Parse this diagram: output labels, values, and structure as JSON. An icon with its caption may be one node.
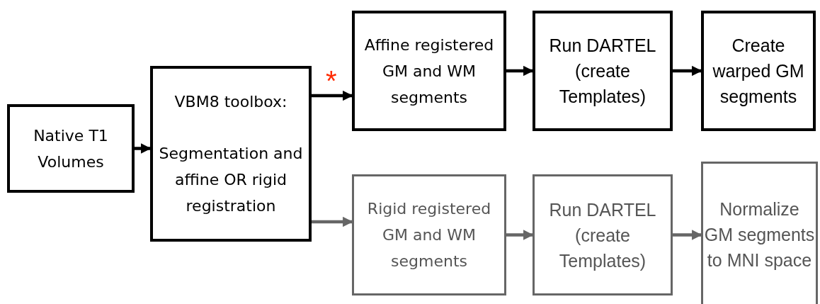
{
  "diagram": {
    "nodes": [
      {
        "text": [
          "Native T1 Volumes"
        ]
      },
      {
        "text": [
          "VBM8 toolbox:",
          "Segmentation and affine OR rigid registration"
        ]
      },
      {
        "text": [
          "Affine registered GM and WM segments"
        ]
      },
      {
        "text": [
          "Run DARTEL (create Templates)"
        ]
      },
      {
        "text": [
          "Create warped GM segments"
        ]
      },
      {
        "text": [
          "Rigid registered GM and WM segments"
        ]
      },
      {
        "text": [
          "Run DARTEL (create Templates)"
        ]
      },
      {
        "text": [
          "Normalize GM segments to MNI space"
        ]
      }
    ],
    "edges": [
      {
        "from": 0,
        "to": 1,
        "arrow": "to"
      },
      {
        "from": 1,
        "to": 2,
        "arrow": "to"
      },
      {
        "from": 2,
        "to": 3,
        "arrow": "to"
      },
      {
        "from": 3,
        "to": 4,
        "arrow": "to"
      },
      {
        "from": 1,
        "to": 5,
        "arrow": "to",
        "color": "#666666"
      },
      {
        "from": 5,
        "to": 6,
        "arrow": "to",
        "color": "#666666"
      },
      {
        "from": 6,
        "to": 7,
        "arrow": "to",
        "color": "#666666"
      }
    ],
    "labels": [
      "*"
    ]
  }
}
